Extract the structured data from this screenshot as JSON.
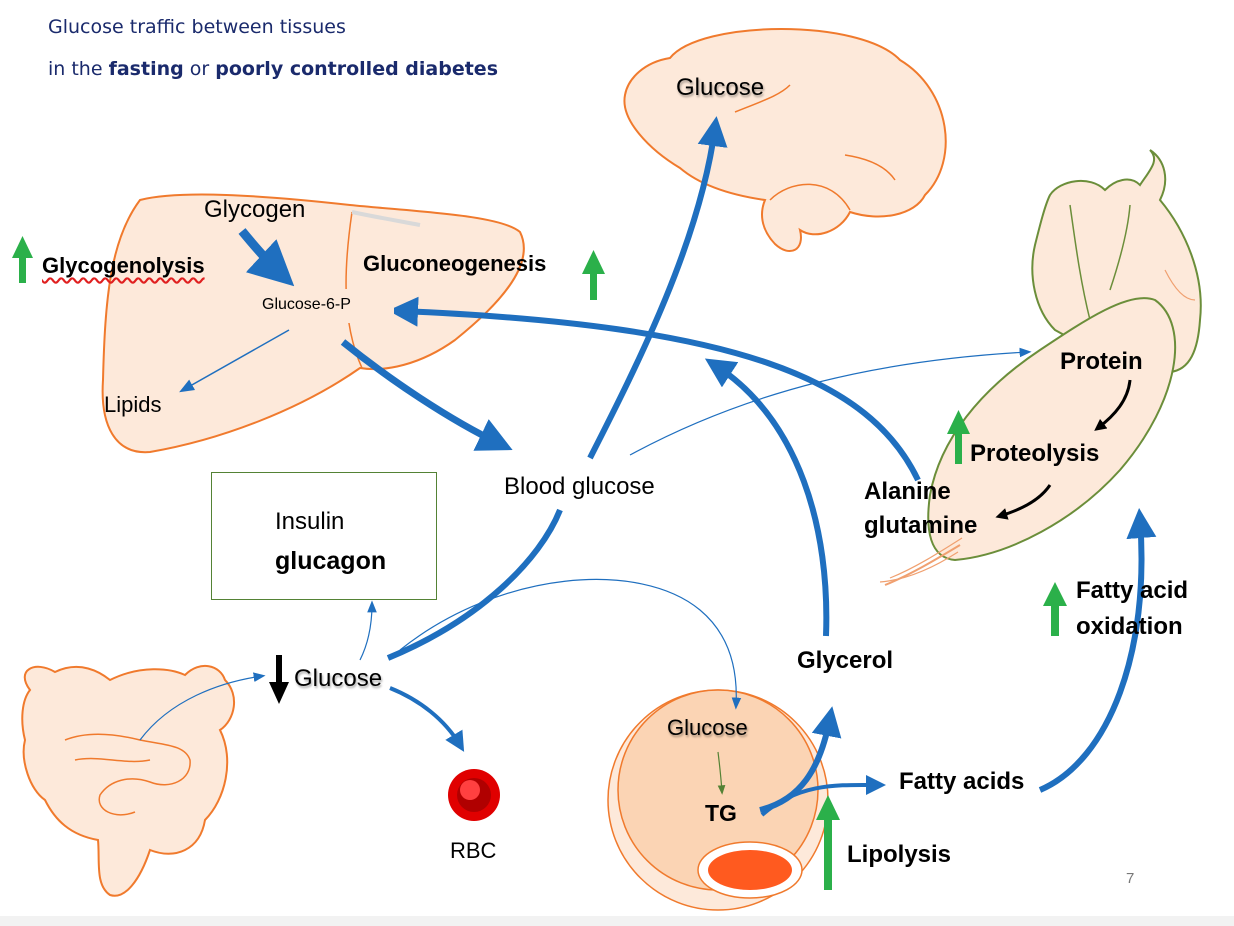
{
  "title": {
    "line1": "Glucose traffic between tissues",
    "line2_prefix": "in the ",
    "line2_fasting": "fasting",
    "line2_or": " or ",
    "line2_diabetes": "poorly controlled diabetes"
  },
  "labels": {
    "brain_glucose": "Glucose",
    "glycogen": "Glycogen",
    "glycogenolysis": "Glycogenolysis",
    "gluconeogenesis": "Gluconeogenesis",
    "glucose_6p": "Glucose-6-P",
    "lipids": "Lipids",
    "blood_glucose": "Blood glucose",
    "insulin": "Insulin",
    "glucagon": "glucagon",
    "gut_glucose": "Glucose",
    "rbc": "RBC",
    "adipose_glucose": "Glucose",
    "tg": "TG",
    "glycerol": "Glycerol",
    "fatty_acids": "Fatty acids",
    "lipolysis": "Lipolysis",
    "protein": "Protein",
    "proteolysis": "Proteolysis",
    "alanine": "Alanine",
    "glutamine": "glutamine",
    "fa_oxidation_1": "Fatty acid",
    "fa_oxidation_2": "oxidation"
  },
  "slide_number": "7",
  "colors": {
    "flow_blue": "#1f6fbf",
    "up_green": "#2bb04a",
    "down_red": "#ff1a1a",
    "down_black": "#000000",
    "organ_fill": "#fde9da",
    "organ_stroke": "#f07a2d",
    "muscle_stroke": "#6b8e3a",
    "title_navy": "#1a2a6c"
  },
  "icons": [
    "brain-icon",
    "liver-icon",
    "heart-icon",
    "muscle-icon",
    "intestine-icon",
    "adipocyte-icon",
    "red-blood-cell-icon",
    "up-arrow-icon",
    "down-arrow-icon"
  ]
}
